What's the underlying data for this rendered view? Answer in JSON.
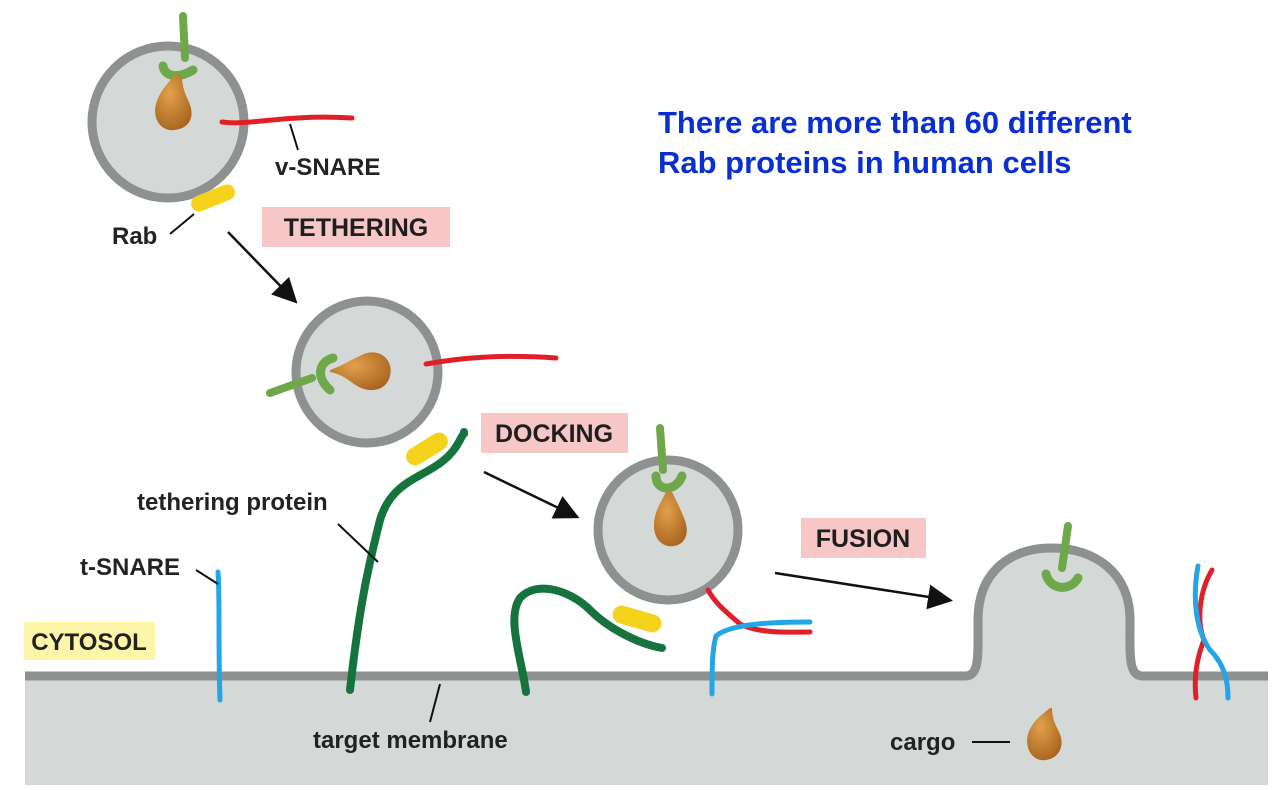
{
  "note": {
    "lines": [
      "There are more than 60 different",
      "Rab proteins in human cells"
    ]
  },
  "stages": {
    "tethering": "TETHERING",
    "docking": "DOCKING",
    "fusion": "FUSION"
  },
  "labels": {
    "v_snare": "v-SNARE",
    "rab": "Rab",
    "tethering_protein": "tethering protein",
    "t_snare": "t-SNARE",
    "cytosol": "CYTOSOL",
    "target_membrane": "target membrane",
    "cargo": "cargo"
  },
  "colors": {
    "note_text": "#0a2fd1",
    "stage_box": "#f7c6c7",
    "cytosol_box": "#fdf6a9",
    "membrane": "#8d918f",
    "lumen": "#d4d9d7",
    "v_snare": "#e02028",
    "t_snare": "#24a6e6",
    "rab": "#f5d21b",
    "tethering_protein": "#15733d",
    "cargo": "#b8762a",
    "receptor": "#6fa84a"
  }
}
